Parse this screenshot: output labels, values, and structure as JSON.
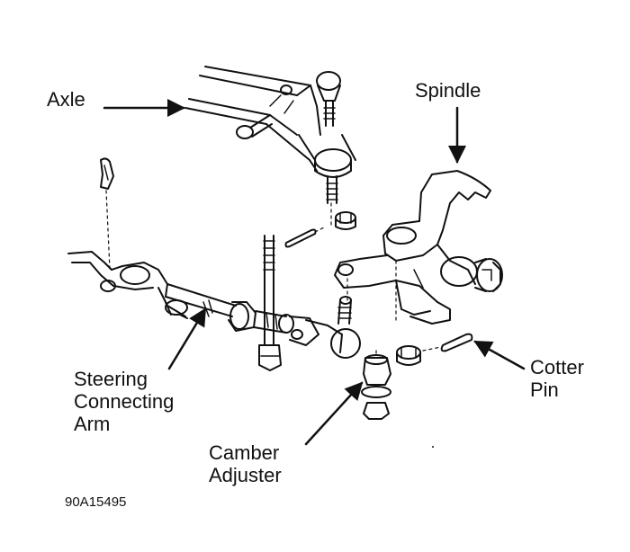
{
  "labels": {
    "axle": "Axle",
    "spindle": "Spindle",
    "steering_line1": "Steering",
    "steering_line2": "Connecting",
    "steering_line3": "Arm",
    "cotter_line1": "Cotter",
    "cotter_line2": "Pin",
    "camber_line1": "Camber",
    "camber_line2": "Adjuster"
  },
  "figure_code": "90A15495",
  "colors": {
    "ink": "#111111",
    "paper": "#ffffff"
  }
}
